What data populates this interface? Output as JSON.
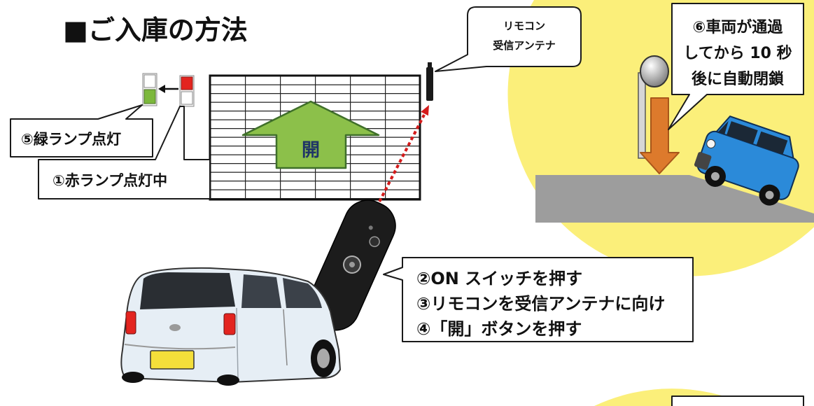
{
  "title": "■ご入庫の方法",
  "colors": {
    "spotlight_yellow": "#fbef7a",
    "ramp_gray": "#9d9d9d",
    "open_arrow_green": "#8cc04a",
    "close_arrow_orange": "#dd7a2c",
    "lamp_red": "#e3241f",
    "lamp_green": "#7cb83c",
    "signal_red": "#d41b1b",
    "car_blue": "#2b8ad9",
    "white_car_body": "#e6eef5",
    "plate_yellow": "#f4df3a"
  },
  "gate": {
    "open_label": "開"
  },
  "antenna_callout": {
    "lines": [
      "リモコン",
      "受信アンテナ"
    ]
  },
  "auto_close_callout": {
    "lines": [
      "⑥車両が通過",
      "してから 10 秒",
      "後に自動閉鎖"
    ]
  },
  "green_lamp_callout": {
    "text": "⑤緑ランプ点灯"
  },
  "red_lamp_callout": {
    "text": "①赤ランプ点灯中"
  },
  "steps_callout": {
    "lines": [
      "②ON スイッチを押す",
      "③リモコンを受信アンテナに向け",
      "④「開」ボタンを押す"
    ]
  }
}
